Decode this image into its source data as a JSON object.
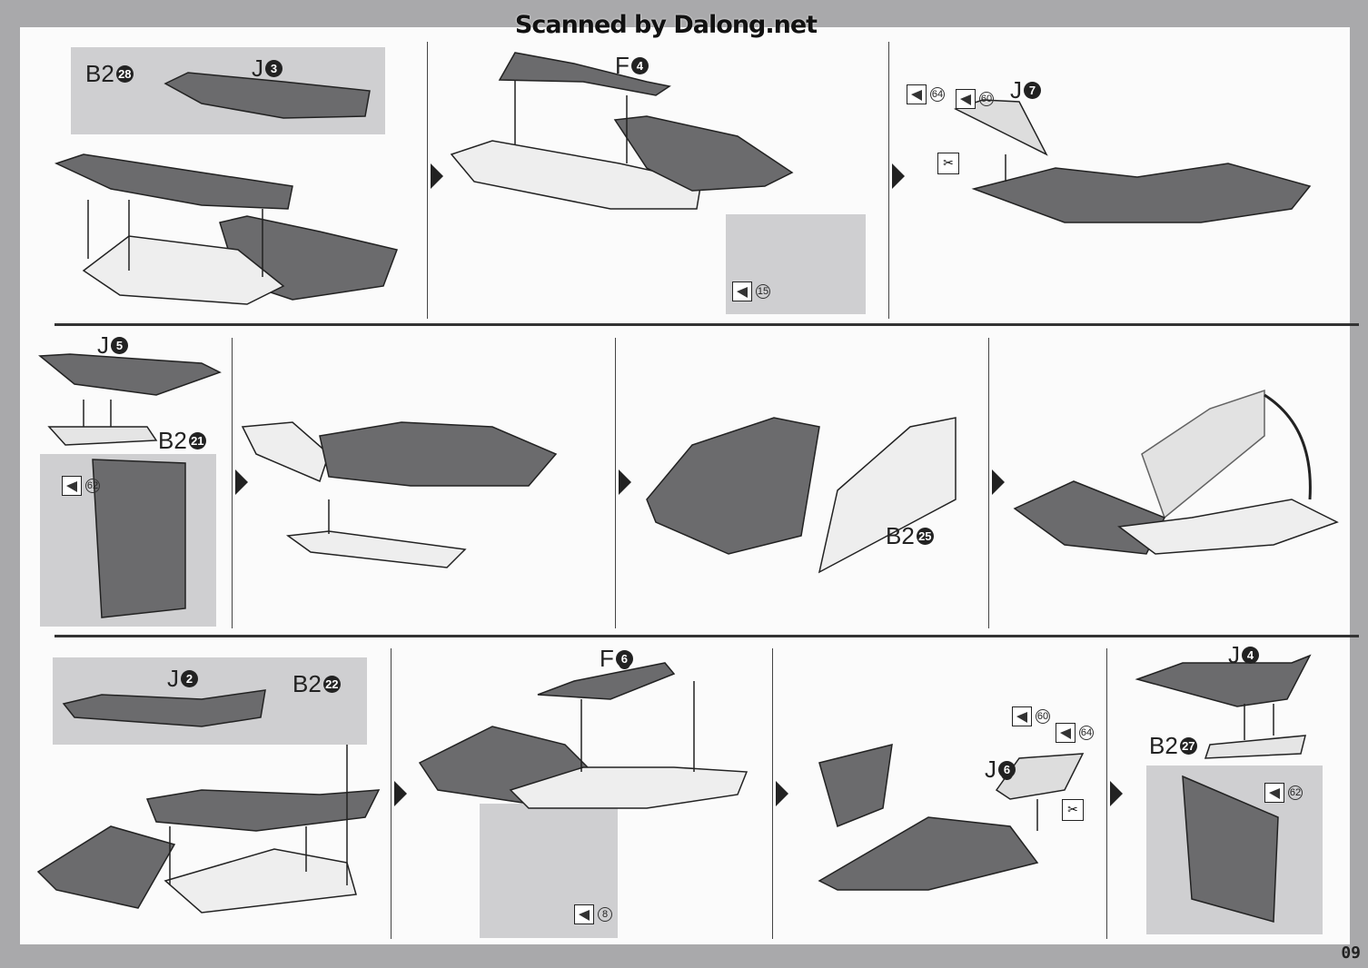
{
  "watermark": "Scanned by Dalong.net",
  "page_number": "09",
  "parts": {
    "b2_28": {
      "part": "B2",
      "num": "28"
    },
    "j3": {
      "part": "J",
      "num": "3"
    },
    "f4": {
      "part": "F",
      "num": "4"
    },
    "j7": {
      "part": "J",
      "num": "7"
    },
    "j5": {
      "part": "J",
      "num": "5"
    },
    "b2_21": {
      "part": "B2",
      "num": "21"
    },
    "b2_25": {
      "part": "B2",
      "num": "25"
    },
    "j2": {
      "part": "J",
      "num": "2"
    },
    "b2_22": {
      "part": "B2",
      "num": "22"
    },
    "f6": {
      "part": "F",
      "num": "6"
    },
    "j6": {
      "part": "J",
      "num": "6"
    },
    "j4": {
      "part": "J",
      "num": "4"
    },
    "b2_27": {
      "part": "B2",
      "num": "27"
    }
  },
  "stickers": {
    "s60a": "60",
    "s64a": "64",
    "s15": "15",
    "s62a": "62",
    "s60b": "60",
    "s64b": "64",
    "s8": "8",
    "s62b": "62"
  },
  "icons": {
    "sticker": "marking-sticker-icon",
    "nipper": "nipper-cut-icon",
    "next": "next-step-arrow-icon"
  },
  "colors": {
    "part_dark": "#6b6b6d",
    "part_light": "#f2f2f2",
    "inset": "#cfcfd1",
    "divider": "#333333"
  }
}
